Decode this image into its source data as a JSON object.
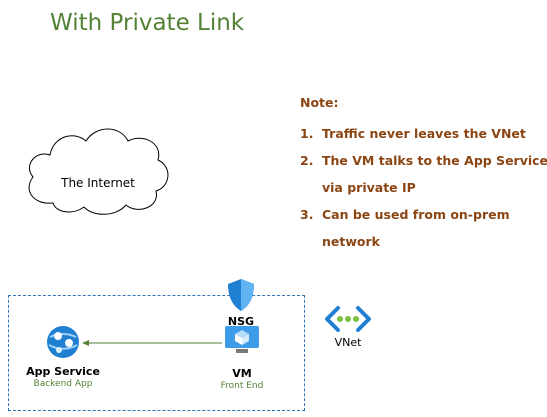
{
  "title": "With Private Link",
  "notes": {
    "heading": "Note:",
    "items": [
      {
        "num": "1.",
        "text": "Traffic never leaves the VNet"
      },
      {
        "num": "2.",
        "text": "The VM talks to the App Service via private IP"
      },
      {
        "num": "3.",
        "text": "Can be used from on-prem network"
      }
    ]
  },
  "cloud": {
    "label": "The Internet"
  },
  "nsg": {
    "label": "NSG"
  },
  "vm": {
    "label": "VM",
    "sublabel": "Front End"
  },
  "app_service": {
    "label": "App Service",
    "sublabel": "Backend App"
  },
  "vnet": {
    "label": "VNet"
  },
  "colors": {
    "title": "#538135",
    "notes": "#8B4513",
    "vnet_border": "#2E75B6",
    "arrow": "#538135"
  }
}
